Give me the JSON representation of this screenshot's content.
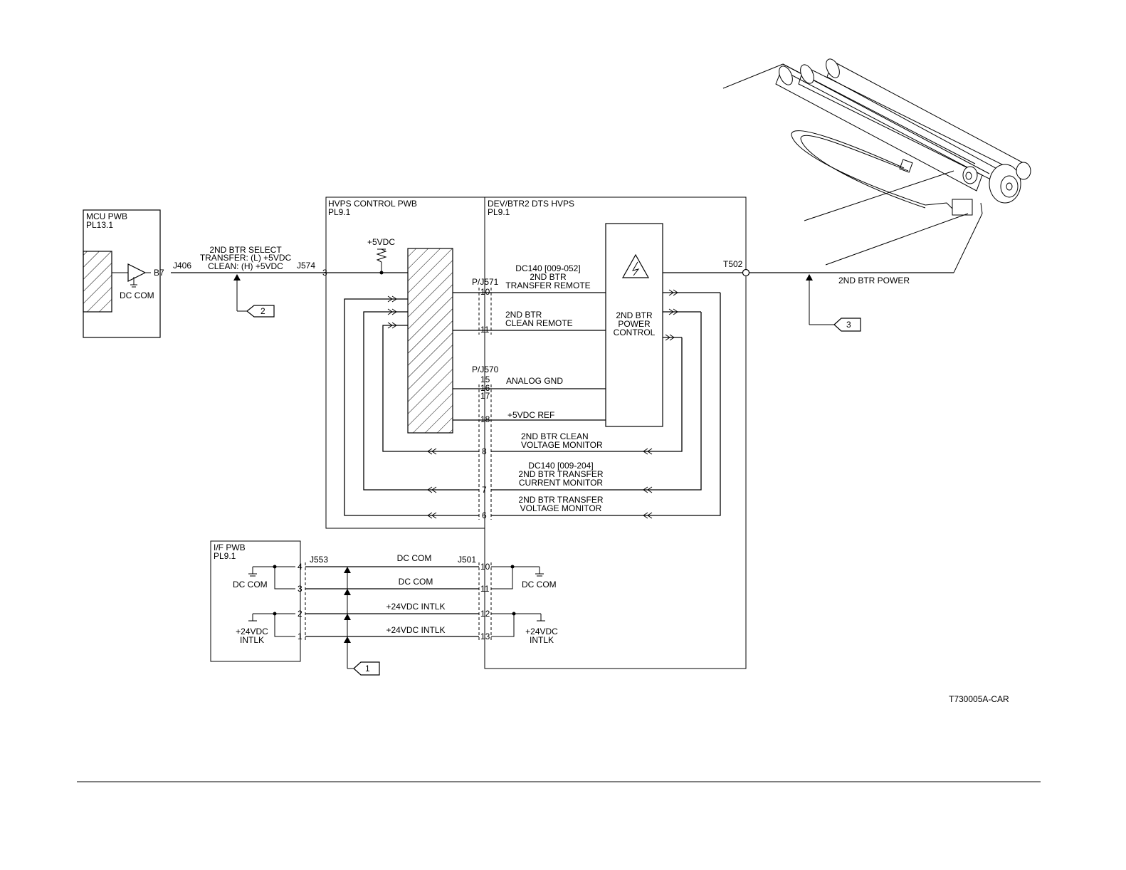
{
  "mcu": {
    "name": "MCU PWB",
    "pl": "PL13.1",
    "pin": "B7",
    "gnd": "DC COM"
  },
  "signal_select": {
    "l1": "2ND BTR SELECT",
    "l2": "TRANSFER: (L) +5VDC",
    "l3": "CLEAN: (H) +5VDC"
  },
  "conn": {
    "j406": "J406",
    "j574": "J574",
    "j574_pin": "3",
    "pj571": "P/J571",
    "pj570": "P/J570",
    "j553": "J553",
    "j501": "J501",
    "t502": "T502"
  },
  "hvps_ctrl": {
    "name": "HVPS CONTROL PWB",
    "pl": "PL9.1",
    "vcc": "+5VDC"
  },
  "dev_hvps": {
    "name": "DEV/BTR2 DTS HVPS",
    "pl": "PL9.1"
  },
  "power_ctrl": {
    "l1": "2ND BTR",
    "l2": "POWER",
    "l3": "CONTROL"
  },
  "signals": {
    "remote_code": "DC140 [009-052]",
    "remote_l1": "2ND BTR",
    "remote_l2": "TRANSFER REMOTE",
    "clean_l1": "2ND BTR",
    "clean_l2": "CLEAN REMOTE",
    "analog_gnd": "ANALOG GND",
    "ref": "+5VDC REF",
    "clean_mon_l1": "2ND BTR CLEAN",
    "clean_mon_l2": "VOLTAGE MONITOR",
    "cur_code": "DC140 [009-204]",
    "cur_l1": "2ND BTR TRANSFER",
    "cur_l2": "CURRENT MONITOR",
    "vol_l1": "2ND BTR TRANSFER",
    "vol_l2": "VOLTAGE MONITOR",
    "power": "2ND BTR POWER"
  },
  "pins": {
    "p10": "10",
    "p11": "11",
    "p15": "15",
    "p16": "16",
    "p17": "17",
    "p18": "18",
    "p8": "8",
    "p7": "7",
    "p6": "6"
  },
  "ifpwb": {
    "name": "I/F PWB",
    "pl": "PL9.1",
    "gnd1": "DC COM",
    "gnd2_l1": "+24VDC",
    "gnd2_l2": "INTLK"
  },
  "if_pins_left": [
    "4",
    "3",
    "2",
    "1"
  ],
  "if_pins_right": [
    "10",
    "11",
    "12",
    "13"
  ],
  "if_signals": [
    "DC COM",
    "DC COM",
    "+24VDC INTLK",
    "+24VDC INTLK"
  ],
  "dev_gnd": {
    "gnd1": "DC COM",
    "gnd2_l1": "+24VDC",
    "gnd2_l2": "INTLK"
  },
  "flags": [
    "1",
    "2",
    "3"
  ],
  "figure_id": "T730005A-CAR"
}
